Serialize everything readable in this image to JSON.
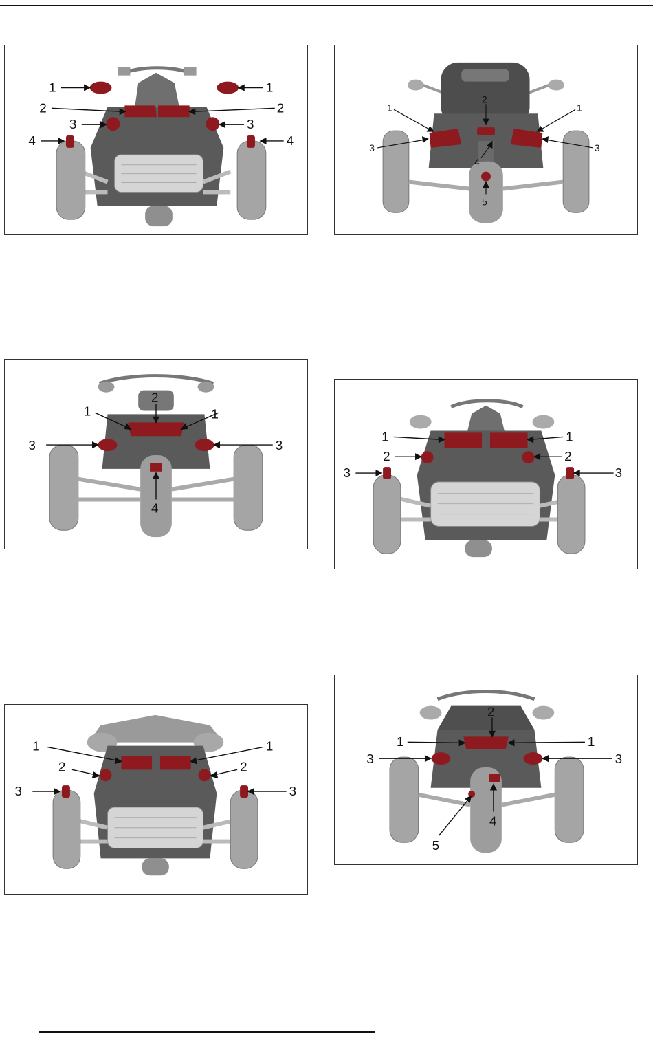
{
  "figures": [
    {
      "id": "fig-a",
      "variant": "front-fascia",
      "callouts": {
        "l1": "1",
        "r1": "1",
        "l2": "2",
        "r2": "2",
        "l3": "3",
        "r3": "3",
        "l4": "4",
        "r4": "4"
      }
    },
    {
      "id": "fig-b",
      "variant": "rear-trunk",
      "callouts": {
        "c2": "2",
        "l1": "1",
        "r1": "1",
        "l3": "3",
        "r3": "3",
        "c4": "4",
        "c5": "5"
      }
    },
    {
      "id": "fig-c",
      "variant": "rear-open",
      "callouts": {
        "c2": "2",
        "l1": "1",
        "r1": "1",
        "l3": "3",
        "r3": "3",
        "c4": "4"
      }
    },
    {
      "id": "fig-d",
      "variant": "front-fascia",
      "callouts": {
        "l1": "1",
        "r1": "1",
        "l2": "2",
        "r2": "2",
        "l3": "3",
        "r3": "3"
      }
    },
    {
      "id": "fig-e",
      "variant": "front-fascia",
      "callouts": {
        "l1": "1",
        "r1": "1",
        "l2": "2",
        "r2": "2",
        "l3": "3",
        "r3": "3"
      }
    },
    {
      "id": "fig-f",
      "variant": "rear-open",
      "callouts": {
        "c2": "2",
        "l1": "1",
        "r1": "1",
        "l3": "3",
        "r3": "3",
        "c4": "4",
        "c5": "5"
      }
    }
  ],
  "colors": {
    "frame": "#333333",
    "body_dark": "#5a5a5a",
    "body_mid": "#8a8a8a",
    "body_light": "#c9c9c9",
    "tire": "#9a9a9a",
    "lamp_red": "#8e1a1f",
    "lamp_hi": "#d24a4f"
  }
}
